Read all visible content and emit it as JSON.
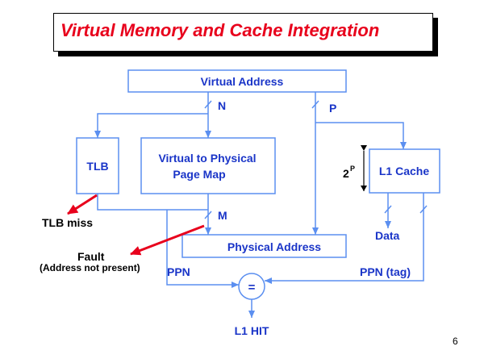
{
  "title": "Virtual Memory and Cache Integration",
  "boxes": {
    "virtual_address": "Virtual Address",
    "tlb": "TLB",
    "page_map_line1": "Virtual to Physical",
    "page_map_line2": "Page Map",
    "l1_cache": "L1 Cache",
    "physical_address": "Physical Address",
    "comparator": "="
  },
  "labels": {
    "n": "N",
    "p": "P",
    "m": "M",
    "two": "2",
    "p_sup": "P",
    "tlb_miss": "TLB miss",
    "fault": "Fault",
    "address_not_present": "(Address not present)",
    "ppn": "PPN",
    "ppn_tag": "PPN (tag)",
    "data": "Data",
    "l1_hit": "L1 HIT"
  },
  "page_number": "6",
  "colors": {
    "title": "#e8001c",
    "line": "#5b8ff0",
    "box_text": "#1a35c8",
    "arrow_red": "#e8001c",
    "text_black": "#000000"
  }
}
